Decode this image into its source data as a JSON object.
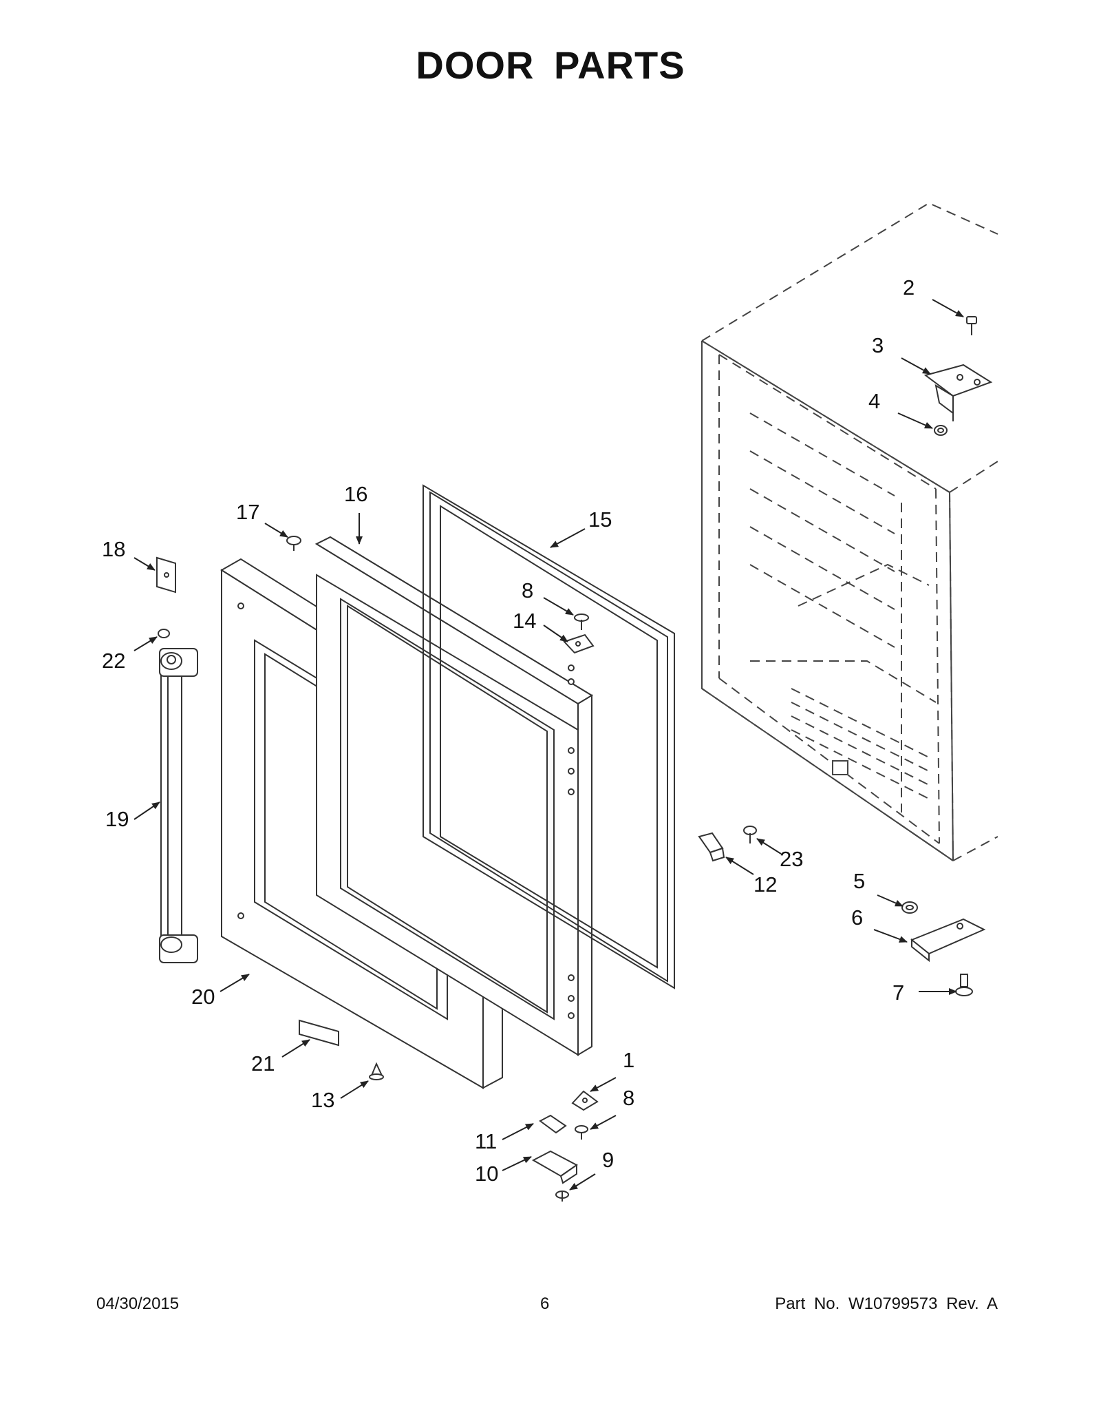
{
  "page": {
    "title": "DOOR  PARTS"
  },
  "callouts": [
    {
      "id": "c1",
      "label": "1"
    },
    {
      "id": "c2",
      "label": "2"
    },
    {
      "id": "c3",
      "label": "3"
    },
    {
      "id": "c4",
      "label": "4"
    },
    {
      "id": "c5",
      "label": "5"
    },
    {
      "id": "c6",
      "label": "6"
    },
    {
      "id": "c7",
      "label": "7"
    },
    {
      "id": "c8a",
      "label": "8"
    },
    {
      "id": "c8b",
      "label": "8"
    },
    {
      "id": "c9",
      "label": "9"
    },
    {
      "id": "c10",
      "label": "10"
    },
    {
      "id": "c11",
      "label": "11"
    },
    {
      "id": "c12",
      "label": "12"
    },
    {
      "id": "c13",
      "label": "13"
    },
    {
      "id": "c14",
      "label": "14"
    },
    {
      "id": "c15",
      "label": "15"
    },
    {
      "id": "c16",
      "label": "16"
    },
    {
      "id": "c17",
      "label": "17"
    },
    {
      "id": "c18",
      "label": "18"
    },
    {
      "id": "c19",
      "label": "19"
    },
    {
      "id": "c20",
      "label": "20"
    },
    {
      "id": "c21",
      "label": "21"
    },
    {
      "id": "c22",
      "label": "22"
    },
    {
      "id": "c23",
      "label": "23"
    }
  ],
  "footer": {
    "date": "04/30/2015",
    "page_number": "6",
    "part_number": "Part No.  W10799573  Rev.  A"
  },
  "colors": {
    "line": "#333333",
    "text": "#111111",
    "background": "#ffffff"
  }
}
